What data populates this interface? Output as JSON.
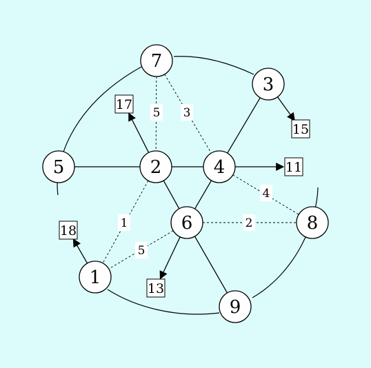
{
  "nodes": [
    {
      "id": "1",
      "label": "1"
    },
    {
      "id": "2",
      "label": "2"
    },
    {
      "id": "3",
      "label": "3"
    },
    {
      "id": "4",
      "label": "4"
    },
    {
      "id": "5",
      "label": "5"
    },
    {
      "id": "6",
      "label": "6"
    },
    {
      "id": "7",
      "label": "7"
    },
    {
      "id": "8",
      "label": "8"
    },
    {
      "id": "9",
      "label": "9"
    }
  ],
  "solid_edges": [
    {
      "from": "5",
      "to": "2"
    },
    {
      "from": "2",
      "to": "4"
    },
    {
      "from": "2",
      "to": "6"
    },
    {
      "from": "4",
      "to": "6"
    },
    {
      "from": "4",
      "to": "3"
    },
    {
      "from": "6",
      "to": "9"
    }
  ],
  "dashed_edges": [
    {
      "from": "7",
      "to": "2",
      "weight": "5"
    },
    {
      "from": "7",
      "to": "4",
      "weight": "3"
    },
    {
      "from": "2",
      "to": "1",
      "weight": "1"
    },
    {
      "from": "6",
      "to": "1",
      "weight": "5"
    },
    {
      "from": "6",
      "to": "8",
      "weight": "2"
    },
    {
      "from": "4",
      "to": "8",
      "weight": "4"
    }
  ],
  "outputs": [
    {
      "from": "2",
      "label": "17"
    },
    {
      "from": "3",
      "label": "15"
    },
    {
      "from": "4",
      "label": "11"
    },
    {
      "from": "6",
      "label": "13"
    },
    {
      "from": "1",
      "label": "18"
    }
  ],
  "arcs": [
    {
      "from": "5",
      "to": "7"
    },
    {
      "from": "7",
      "to": "3"
    },
    {
      "from": "8",
      "to": "9"
    },
    {
      "from": "9",
      "to": "1"
    }
  ]
}
